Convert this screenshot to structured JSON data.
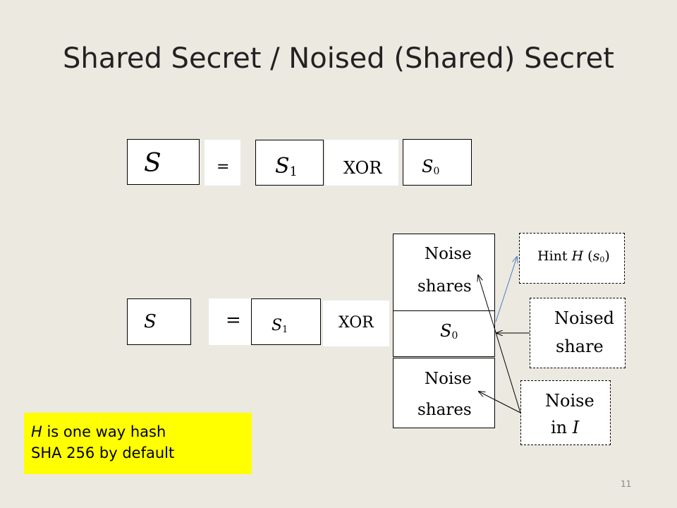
{
  "title": "Shared Secret / Noised (Shared) Secret",
  "row1": {
    "s": "S",
    "eq": "=",
    "s1_base": "S",
    "s1_sub": "1",
    "xor": "XOR",
    "s0_base": "S",
    "s0_sub": "0"
  },
  "row2": {
    "s": "S",
    "eq": "=",
    "s1_base": "S",
    "s1_sub": "1",
    "xor": "XOR",
    "noise_top_line1": "Noise",
    "noise_top_line2": "shares",
    "s0_base": "S",
    "s0_sub": "0",
    "noise_bottom_line1": "Noise",
    "noise_bottom_line2": "shares",
    "hint_prefix": "Hint ",
    "hint_h": "H",
    "hint_open": " (",
    "hint_s": "s",
    "hint_sub": "0",
    "hint_close": ")",
    "noised_line1": "Noised",
    "noised_line2": "share",
    "noise_in_line1": "Noise",
    "noise_in_prefix": "in ",
    "noise_in_i": "I"
  },
  "note": {
    "h": "H",
    "line1_rest": " is one way hash",
    "line2": "SHA 256 by default"
  },
  "page_number": "11",
  "colors": {
    "background": "#ece9e1",
    "note_background": "#ffff00",
    "hint_arrow": "#4a7fc1"
  }
}
